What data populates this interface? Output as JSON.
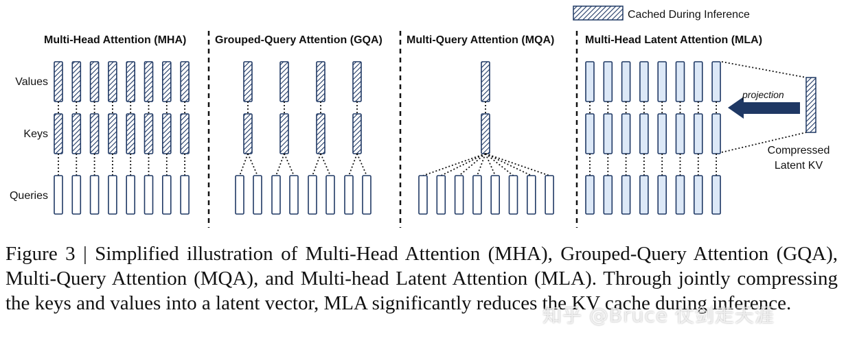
{
  "legend": {
    "label": "Cached During Inference"
  },
  "row_labels": {
    "values": "Values",
    "keys": "Keys",
    "queries": "Queries"
  },
  "panels": {
    "mha": {
      "title": "Multi-Head Attention (MHA)",
      "heads": 8,
      "kv_groups": 8,
      "queries_per_group": 1
    },
    "gqa": {
      "title": "Grouped-Query Attention (GQA)",
      "heads": 8,
      "kv_groups": 4,
      "queries_per_group": 2
    },
    "mqa": {
      "title": "Multi-Query Attention (MQA)",
      "heads": 8,
      "kv_groups": 1,
      "queries_per_group": 8
    },
    "mla": {
      "title": "Multi-Head Latent Attention (MLA)",
      "heads": 8,
      "projection_label": "projection",
      "latent_label_line1": "Compressed",
      "latent_label_line2": "Latent KV"
    }
  },
  "colors": {
    "outline": "#1f3864",
    "hatch_bg": "#ffffff",
    "mla_fill": "#dce8f7",
    "arrow": "#1f3864"
  },
  "caption": "Figure 3 | Simplified illustration of Multi-Head Attention (MHA), Grouped-Query Attention (GQA), Multi-Query Attention (MQA), and Multi-head Latent Attention (MLA). Through jointly compressing the keys and values into a latent vector, MLA significantly reduces the KV cache during inference.",
  "watermark": "知乎 @Bruce 仗剑走天涯"
}
